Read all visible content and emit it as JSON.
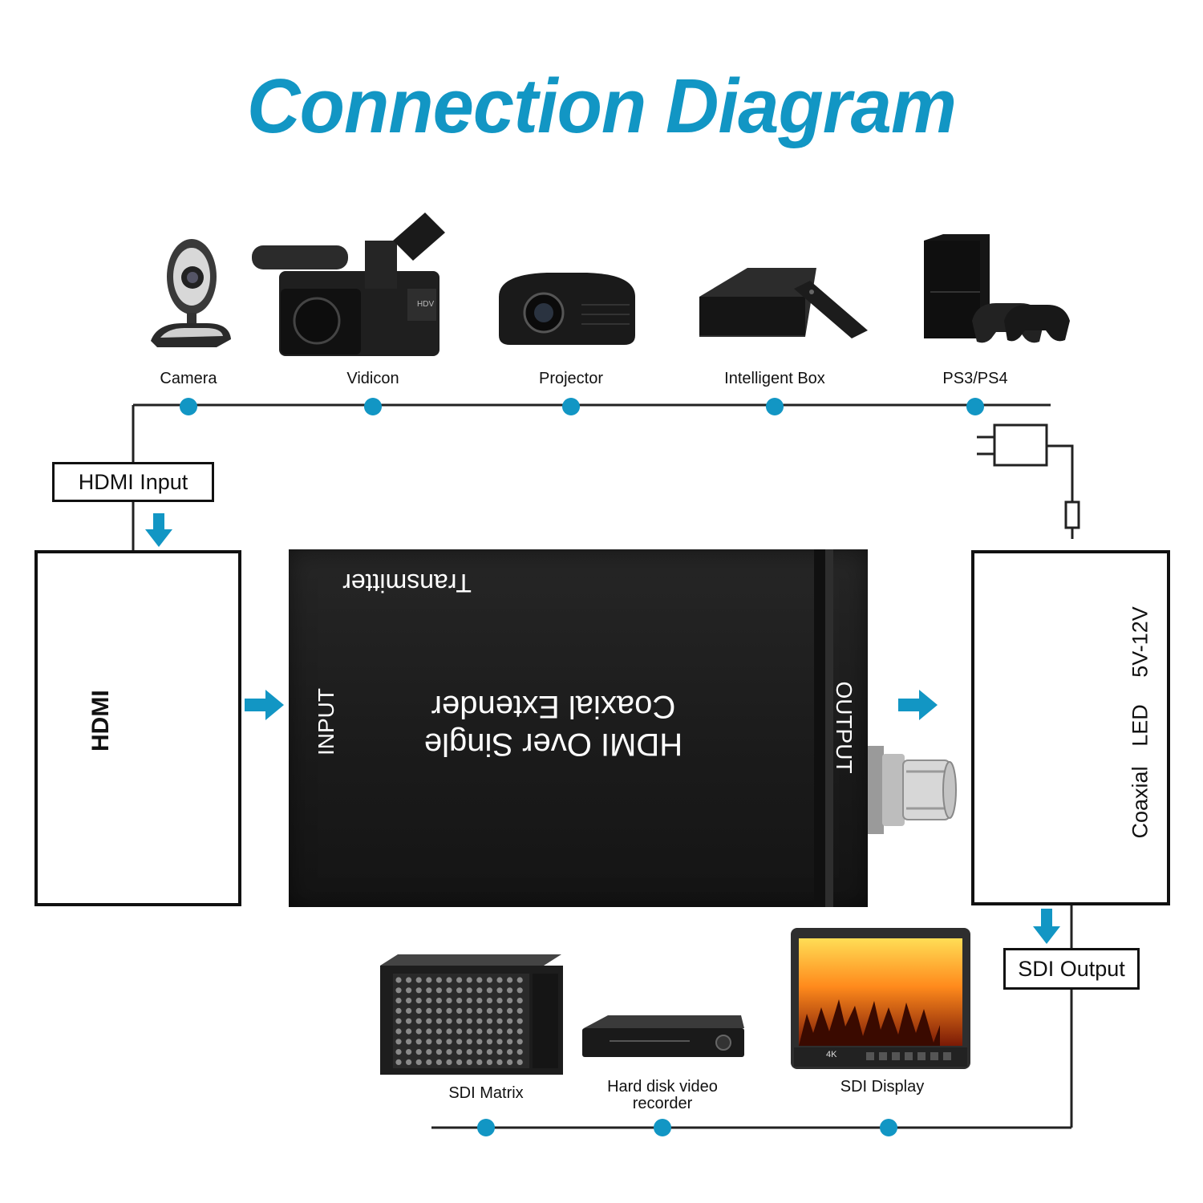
{
  "title": "Connection Diagram",
  "colors": {
    "accent": "#1296c4",
    "dark_device": "#1e1e1e",
    "line": "#222222",
    "led": "#e02020"
  },
  "sources": [
    {
      "label": "Camera",
      "icon": "webcam-icon"
    },
    {
      "label": "Vidicon",
      "icon": "camcorder-icon"
    },
    {
      "label": "Projector",
      "icon": "projector-icon"
    },
    {
      "label": "Intelligent Box",
      "icon": "tv-box-icon"
    },
    {
      "label": "PS3/PS4",
      "icon": "game-console-icon"
    }
  ],
  "outputs": [
    {
      "label": "SDI Matrix",
      "icon": "sdi-matrix-icon"
    },
    {
      "label_line1": "Hard disk video",
      "label_line2": "recorder",
      "icon": "dvr-icon"
    },
    {
      "label": "SDI Display",
      "icon": "monitor-icon"
    }
  ],
  "input_box": {
    "label": "HDMI Input",
    "port_text": "HDMI"
  },
  "extender": {
    "transmitter": "Transmitter",
    "line1": "HDMI Over Single",
    "line2": "Coaxial Extender",
    "input": "INPUT",
    "output": "OUTPUT"
  },
  "receiver_panel": {
    "power": "5V-12V",
    "led": "LED",
    "coaxial": "Coaxial"
  },
  "output_box": {
    "label": "SDI Output"
  },
  "display_badge": "4K"
}
